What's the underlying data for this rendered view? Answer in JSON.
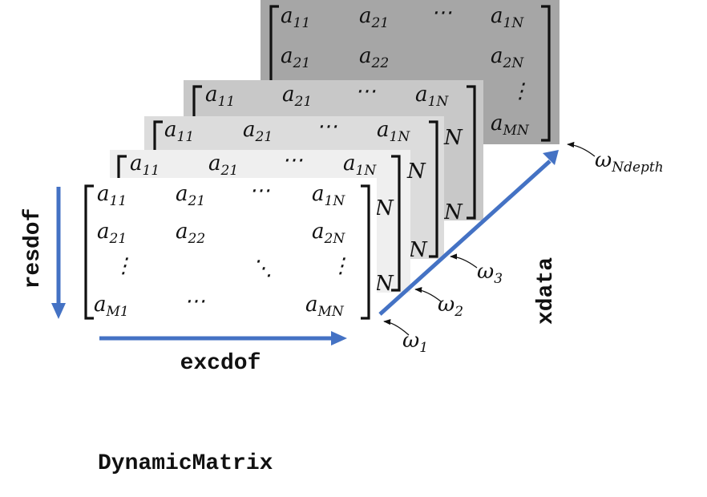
{
  "colors": {
    "axis": "#4472c4",
    "layer_fills": [
      "#a6a6a6",
      "#c8c8c8",
      "#dcdcdc",
      "#efefef",
      "#ffffff"
    ],
    "text": "#111111"
  },
  "labels": {
    "row_axis": "resdof",
    "col_axis": "excdof",
    "depth_axis": "xdata",
    "title": "DynamicMatrix"
  },
  "frequencies": {
    "w1": {
      "base": "ω",
      "sub": "1"
    },
    "w2": {
      "base": "ω",
      "sub": "2"
    },
    "w3": {
      "base": "ω",
      "sub": "3"
    },
    "wN": {
      "base": "ω",
      "sub": "Ndepth"
    }
  },
  "matrix": {
    "base": "a",
    "ellipsis_h": "⋯",
    "ellipsis_v": "⋮",
    "ellipsis_d": "⋱",
    "subs": {
      "a11": "11",
      "a21": "21",
      "a1N": "1N",
      "a22": "22",
      "a2N": "2N",
      "aM1": "M1",
      "aMN": "MN"
    },
    "partial_sub": "N"
  }
}
